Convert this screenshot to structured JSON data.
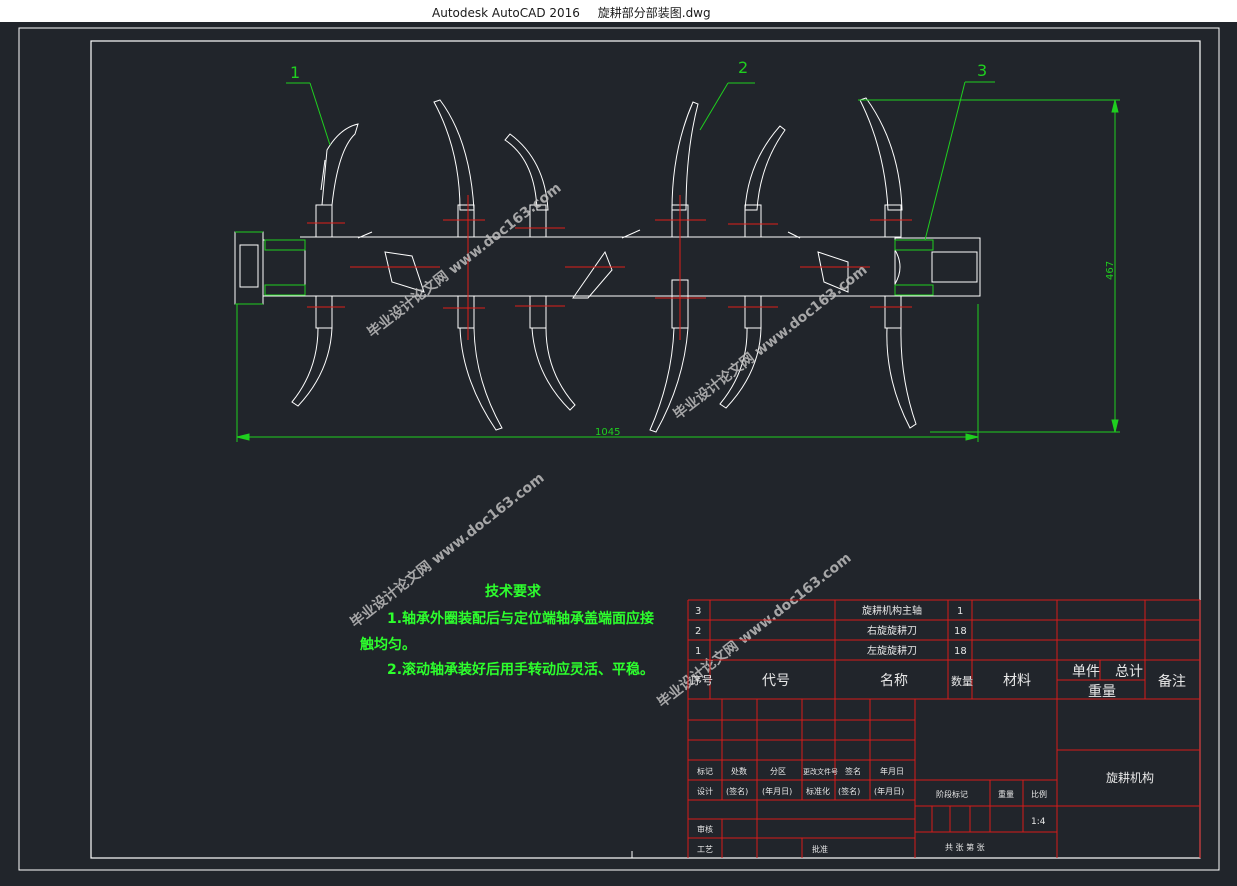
{
  "window": {
    "app_title": "Autodesk AutoCAD 2016",
    "file_name": "旋耕部分部装图.dwg"
  },
  "drawing": {
    "callouts": [
      "1",
      "2",
      "3"
    ],
    "dim_width": "1045",
    "dim_height": "467"
  },
  "tech": {
    "heading": "技术要求",
    "line1": "1.轴承外圈装配后与定位端轴承盖端面应接",
    "line1b": "触均匀。",
    "line2": "2.滚动轴承装好后用手转动应灵活、平稳。"
  },
  "watermark": {
    "text": "毕业设计论文网 www.doc163.com"
  },
  "bom": {
    "rows": [
      {
        "no": "3",
        "name": "旋耕机构主轴",
        "qty": "1"
      },
      {
        "no": "2",
        "name": "右旋旋耕刀",
        "qty": "18"
      },
      {
        "no": "1",
        "name": "左旋旋耕刀",
        "qty": "18"
      }
    ],
    "headers": {
      "seq": "序号",
      "code": "代号",
      "name": "名称",
      "qty": "数量",
      "material": "材料",
      "unit": "单件",
      "total": "总计",
      "weight": "重量",
      "note": "备注"
    }
  },
  "titleblock": {
    "r1": [
      "标记",
      "处数",
      "分区",
      "更改文件号",
      "签名",
      "年月日"
    ],
    "r2": [
      "设计",
      "(签名)",
      "(年月日)",
      "标准化",
      "(签名)",
      "(年月日)"
    ],
    "review": "审核",
    "process": "工艺",
    "approve": "批准",
    "stage": "阶段标记",
    "weight": "重量",
    "scale": "比例",
    "scale_value": "1:4",
    "sheets": "共   张   第   张",
    "title": "旋耕机构"
  }
}
